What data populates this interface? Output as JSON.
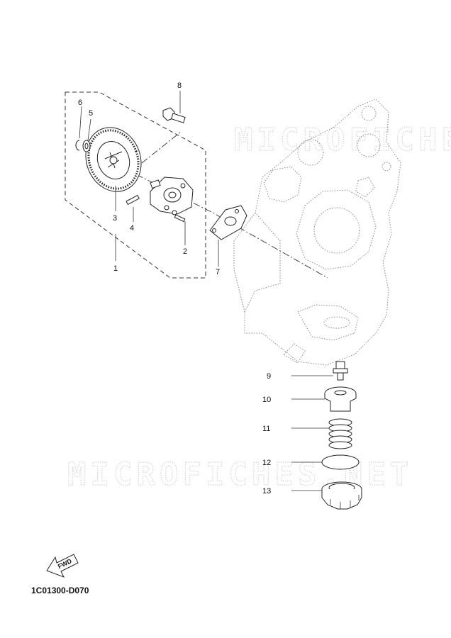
{
  "watermark": {
    "text": "MICROFICHES.NET"
  },
  "diagram_code": "1C01300-D070",
  "fwd_label": "FWD",
  "callouts": [
    {
      "id": "1",
      "label": "1"
    },
    {
      "id": "2",
      "label": "2"
    },
    {
      "id": "3",
      "label": "3"
    },
    {
      "id": "4",
      "label": "4"
    },
    {
      "id": "5",
      "label": "5"
    },
    {
      "id": "6",
      "label": "6"
    },
    {
      "id": "7",
      "label": "7"
    },
    {
      "id": "8",
      "label": "8"
    },
    {
      "id": "9",
      "label": "9"
    },
    {
      "id": "10",
      "label": "10"
    },
    {
      "id": "11",
      "label": "11"
    },
    {
      "id": "12",
      "label": "12"
    },
    {
      "id": "13",
      "label": "13"
    }
  ]
}
